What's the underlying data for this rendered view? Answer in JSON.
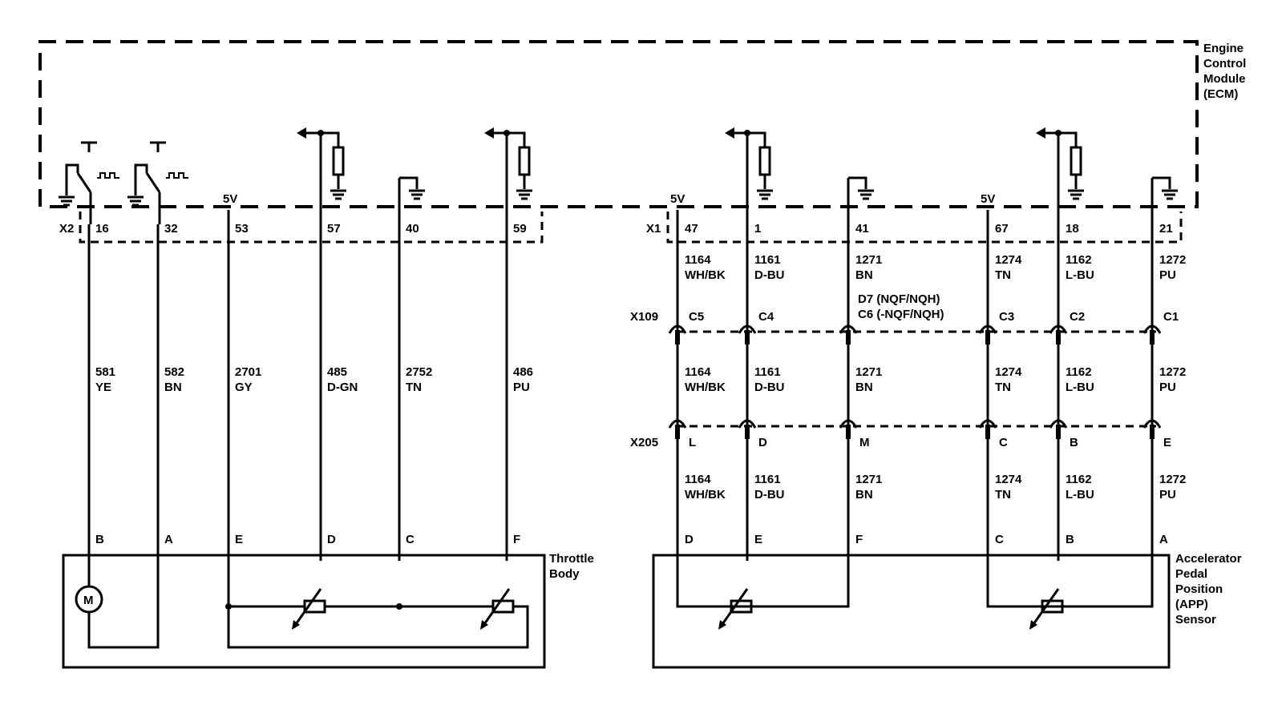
{
  "ecm_label": [
    "Engine",
    "Control",
    "Module",
    "(ECM)"
  ],
  "x2": {
    "connector": "X2",
    "supply": "5V",
    "circuits": [
      {
        "pin": "16",
        "circuit": "581",
        "color": "YE",
        "comp_pin": "B"
      },
      {
        "pin": "32",
        "circuit": "582",
        "color": "BN",
        "comp_pin": "A"
      },
      {
        "pin": "53",
        "circuit": "2701",
        "color": "GY",
        "comp_pin": "E"
      },
      {
        "pin": "57",
        "circuit": "485",
        "color": "D-GN",
        "comp_pin": "D"
      },
      {
        "pin": "40",
        "circuit": "2752",
        "color": "TN",
        "comp_pin": "C"
      },
      {
        "pin": "59",
        "circuit": "486",
        "color": "PU",
        "comp_pin": "F"
      }
    ]
  },
  "throttle_body_label": [
    "Throttle",
    "Body"
  ],
  "motor_label": "M",
  "x1": {
    "connector": "X1",
    "supply": "5V",
    "circuits": [
      {
        "pin": "47",
        "circuit": "1164",
        "color": "WH/BK",
        "x109": "C5",
        "x205": "L",
        "comp_pin": "D"
      },
      {
        "pin": "1",
        "circuit": "1161",
        "color": "D-BU",
        "x109": "C4",
        "x205": "D",
        "comp_pin": "E"
      },
      {
        "pin": "41",
        "circuit": "1271",
        "color": "BN",
        "x109": "",
        "x205": "M",
        "comp_pin": "F"
      },
      {
        "pin": "67",
        "circuit": "1274",
        "color": "TN",
        "x109": "C3",
        "x205": "C",
        "comp_pin": "C"
      },
      {
        "pin": "18",
        "circuit": "1162",
        "color": "L-BU",
        "x109": "C2",
        "x205": "B",
        "comp_pin": "B"
      },
      {
        "pin": "21",
        "circuit": "1272",
        "color": "PU",
        "x109": "C1",
        "x205": "E",
        "comp_pin": "A"
      }
    ]
  },
  "x109_label": "X109",
  "x109_variant": [
    "D7 (NQF/NQH)",
    "C6 (-NQF/NQH)"
  ],
  "x205_label": "X205",
  "app_label": [
    "Accelerator",
    "Pedal",
    "Position",
    "(APP)",
    "Sensor"
  ]
}
